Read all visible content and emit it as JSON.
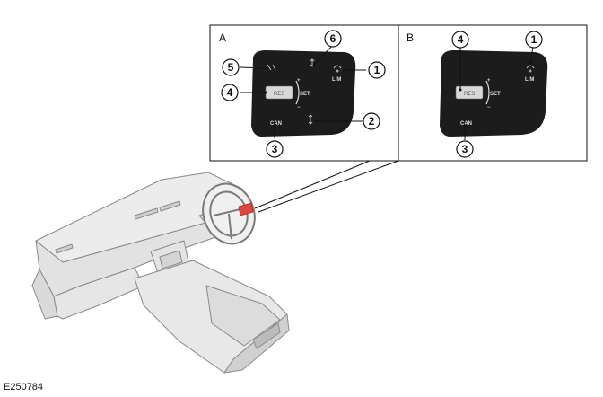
{
  "figure_id": "E250784",
  "panels": [
    {
      "label": "A",
      "switch_labels": {
        "lim": "LIM",
        "set": "SET",
        "can": "CAN",
        "res": "RES",
        "plus": "+",
        "minus": "−"
      },
      "callouts": [
        "1",
        "2",
        "3",
        "4",
        "5",
        "6"
      ]
    },
    {
      "label": "B",
      "switch_labels": {
        "lim": "LIM",
        "set": "SET",
        "can": "CAN",
        "res": "RES",
        "plus": "+",
        "minus": "−"
      },
      "callouts": [
        "1",
        "3",
        "4"
      ]
    }
  ],
  "colors": {
    "switch_body": "#1c1c1c",
    "highlight": "#e0463c",
    "line": "#111111",
    "dash_fill": "#ececec",
    "dash_stroke": "#8a8a8a"
  }
}
